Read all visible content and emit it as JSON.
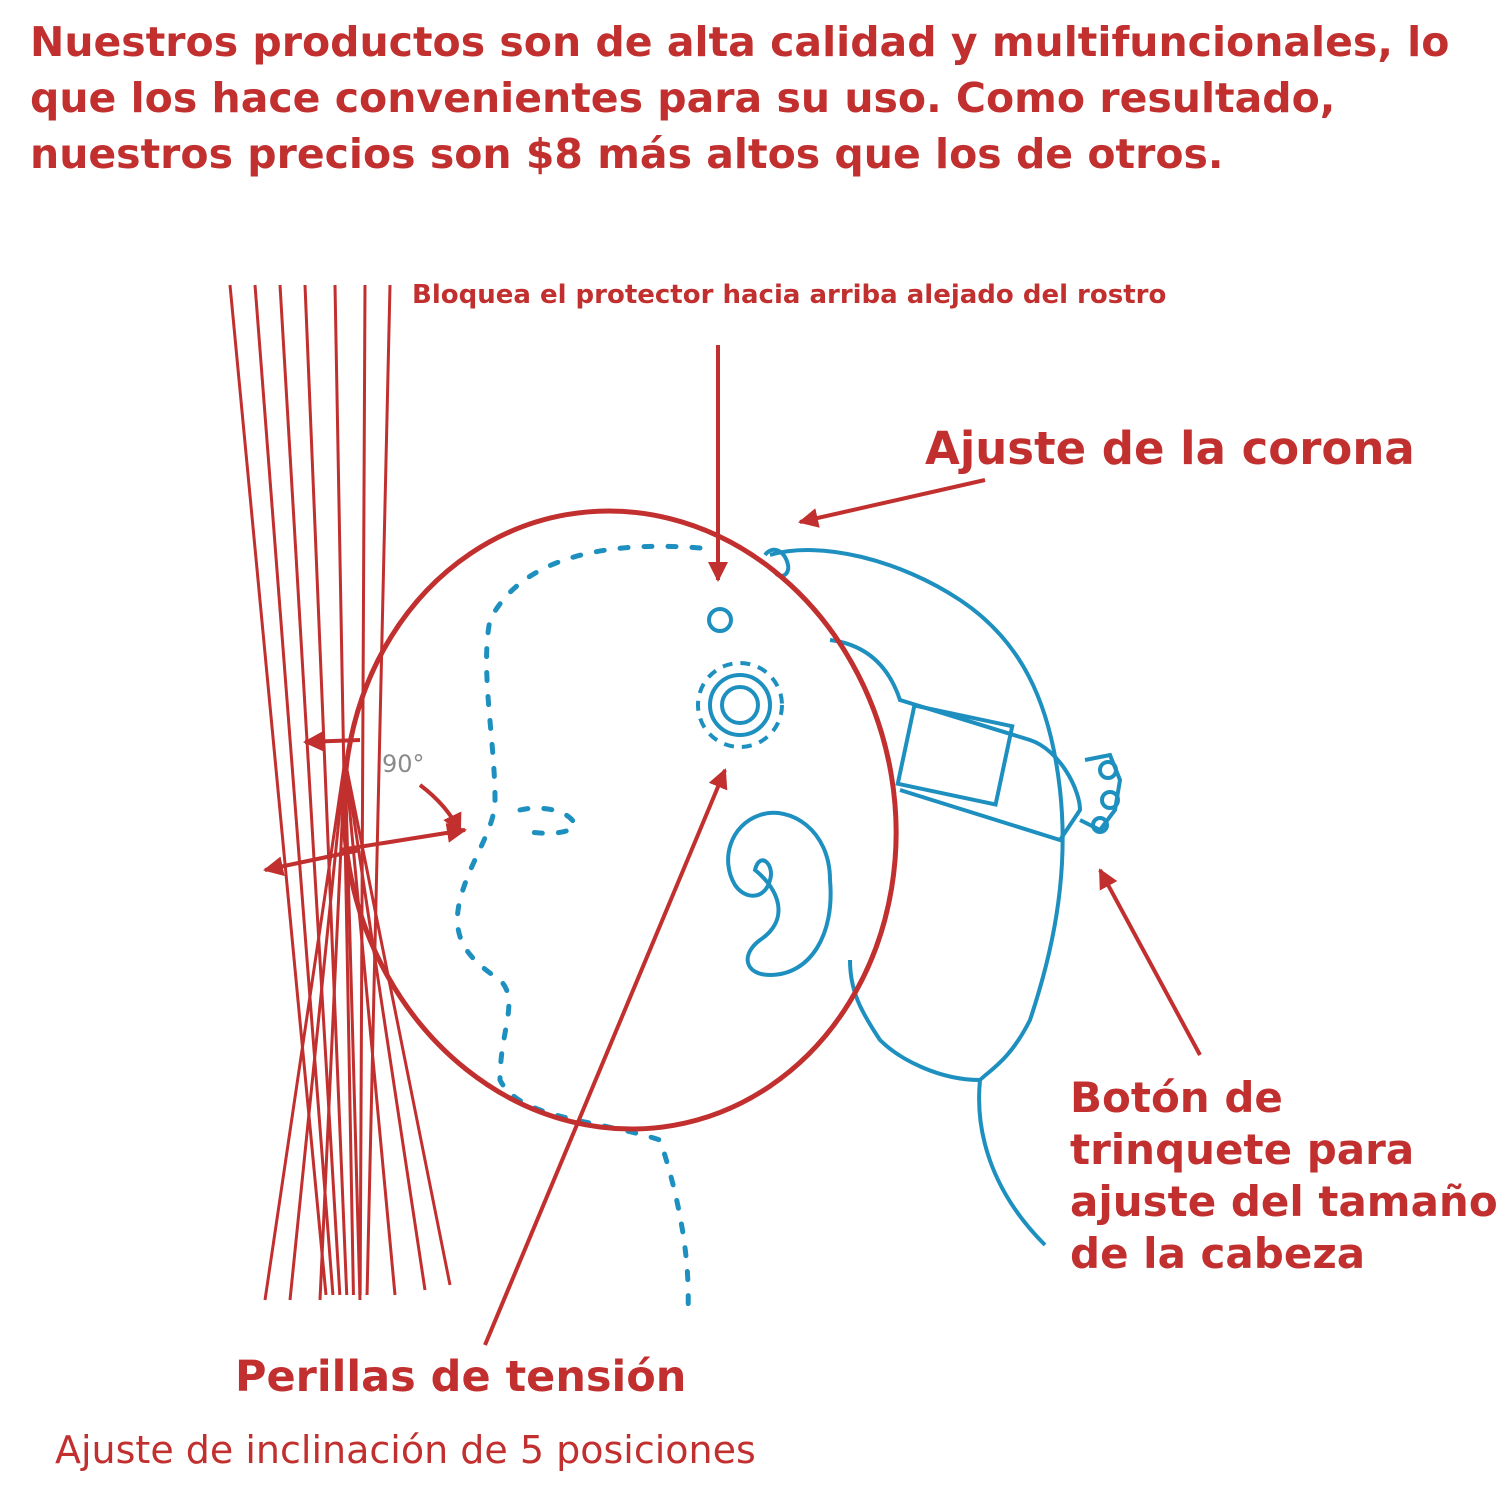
{
  "header": {
    "text": "Nuestros productos son de alta calidad y multifuncionales, lo que los hace convenientes para su uso. Como resultado, nuestros precios son $8 más altos que los de otros."
  },
  "labels": {
    "lock_shield": "Bloquea el protector hacia arriba alejado del rostro",
    "crown_adjust": "Ajuste de la corona",
    "ratchet_button": "Botón de trinquete para ajuste del tamaño de la cabeza",
    "tension_knobs": "Perillas de tensión",
    "tilt_adjust": "Ajuste de inclinación de 5 posiciones",
    "angle": "90°"
  },
  "colors": {
    "accent_red": "#c1302f",
    "line_blue": "#1e90c0",
    "background": "#ffffff"
  }
}
